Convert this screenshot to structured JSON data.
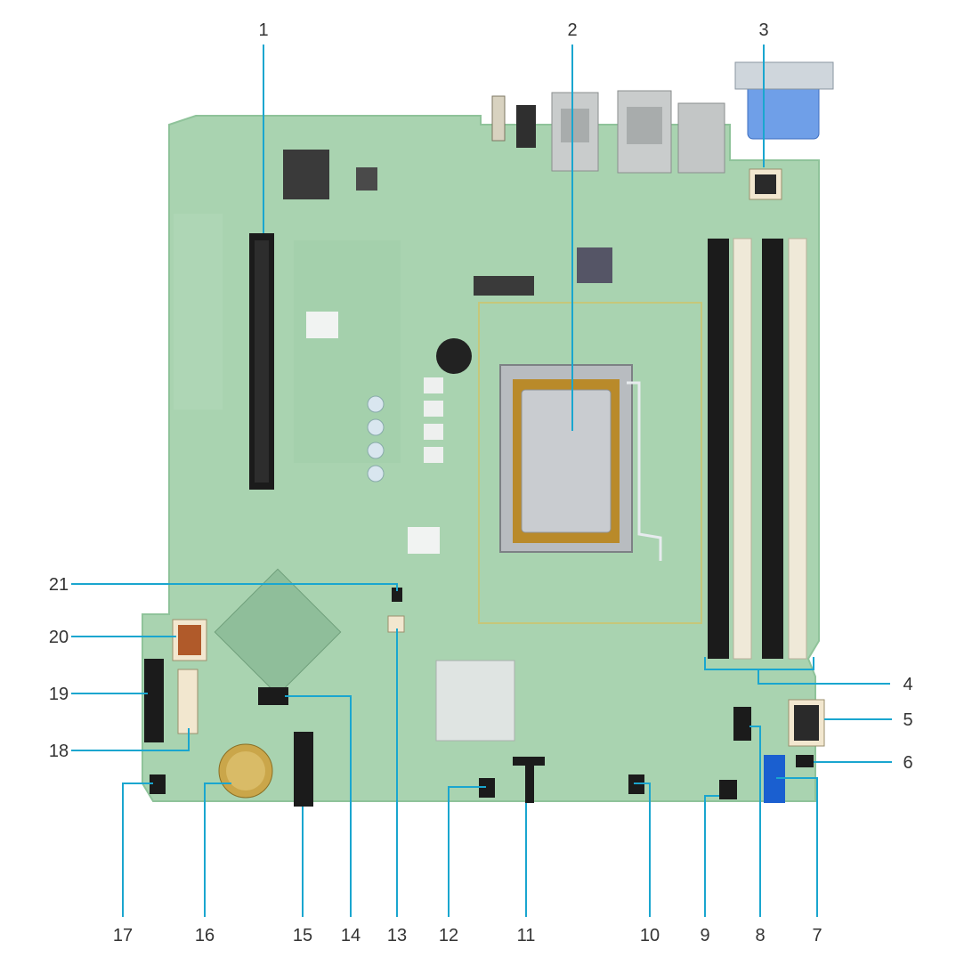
{
  "diagram": {
    "subject": "Server system board (motherboard) with numbered callouts",
    "callouts": [
      {
        "id": "1",
        "label": "1"
      },
      {
        "id": "2",
        "label": "2"
      },
      {
        "id": "3",
        "label": "3"
      },
      {
        "id": "4",
        "label": "4"
      },
      {
        "id": "5",
        "label": "5"
      },
      {
        "id": "6",
        "label": "6"
      },
      {
        "id": "7",
        "label": "7"
      },
      {
        "id": "8",
        "label": "8"
      },
      {
        "id": "9",
        "label": "9"
      },
      {
        "id": "10",
        "label": "10"
      },
      {
        "id": "11",
        "label": "11"
      },
      {
        "id": "12",
        "label": "12"
      },
      {
        "id": "13",
        "label": "13"
      },
      {
        "id": "14",
        "label": "14"
      },
      {
        "id": "15",
        "label": "15"
      },
      {
        "id": "16",
        "label": "16"
      },
      {
        "id": "17",
        "label": "17"
      },
      {
        "id": "18",
        "label": "18"
      },
      {
        "id": "19",
        "label": "19"
      },
      {
        "id": "20",
        "label": "20"
      },
      {
        "id": "21",
        "label": "21"
      }
    ],
    "colors": {
      "board": "#a9d3b0",
      "board_edge": "#8fc39a",
      "leader_line": "#1aa6cf",
      "label_text": "#333333",
      "connector_black": "#1b1b1b",
      "sata_blue": "#1a5fd0",
      "dimm_cream": "#efe9d8",
      "cpu_silver": "#c9ccd0",
      "cpu_socket_gold": "#b98a2a",
      "power_connector": "#f2e7cf",
      "battery": "#caa64a",
      "serial_blue": "#6f9fe8"
    }
  }
}
